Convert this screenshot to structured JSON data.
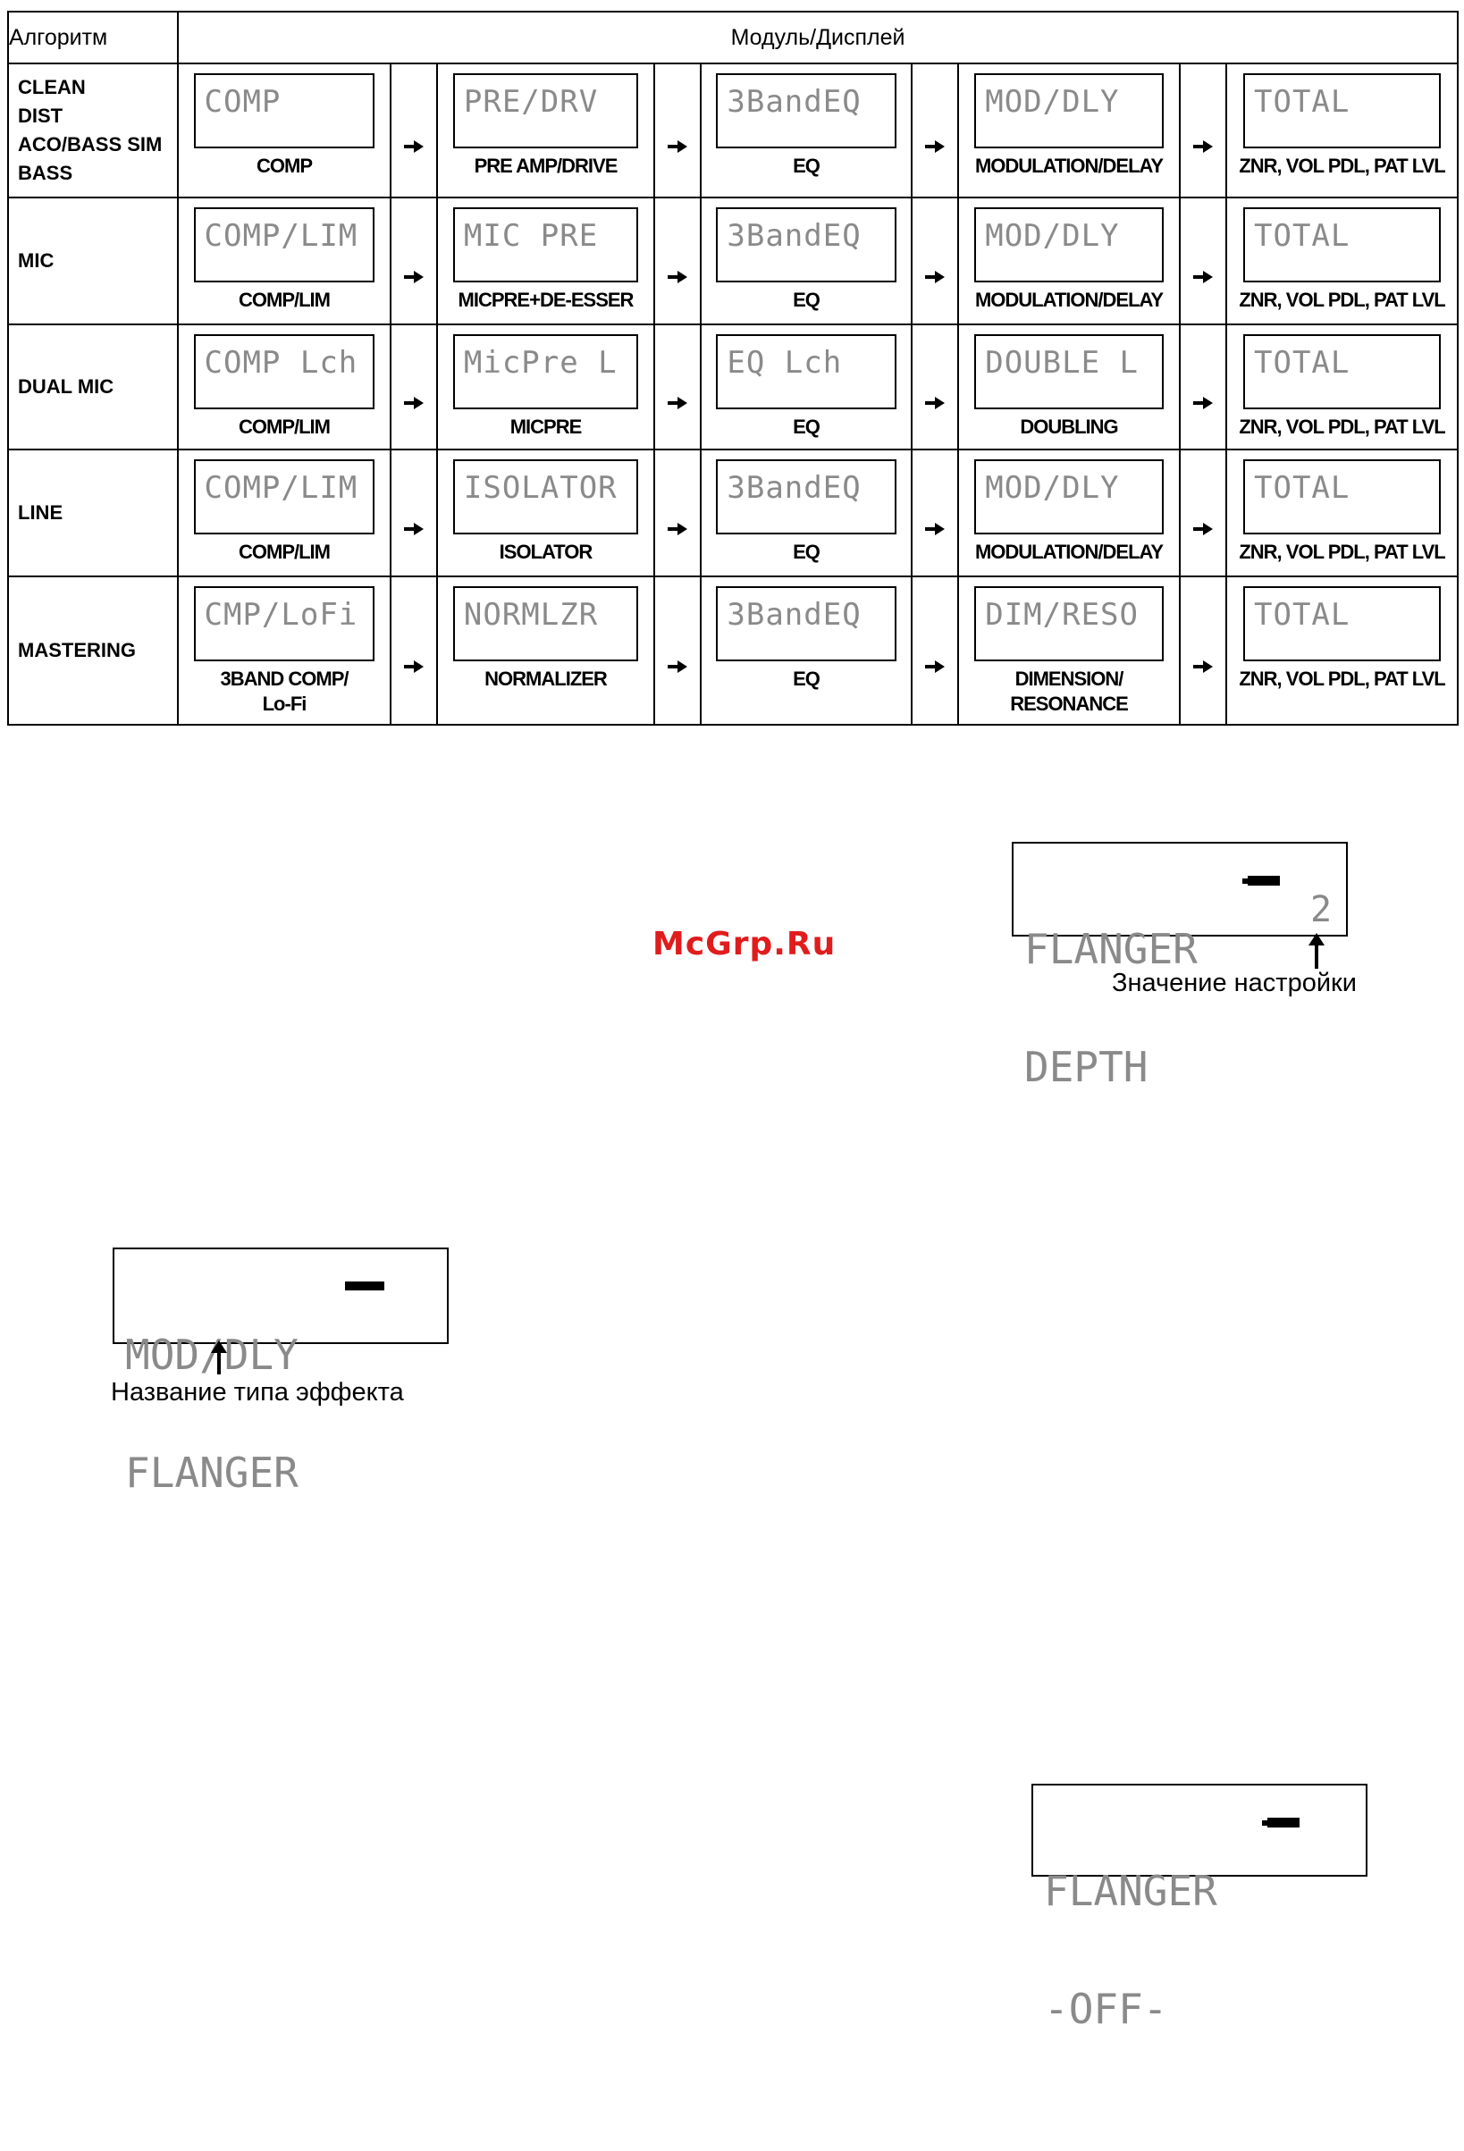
{
  "table": {
    "header_algorithm": "Алгоритм",
    "header_module": "Модуль/Дисплей",
    "rows": [
      {
        "algorithm_lines": [
          "CLEAN",
          "DIST",
          "ACO/BASS SIM",
          "BASS"
        ],
        "modules": [
          {
            "lcd": "COMP",
            "label": "COMP"
          },
          {
            "lcd": "PRE/DRV",
            "label": "PRE AMP/DRIVE"
          },
          {
            "lcd": "3BandEQ",
            "label": "EQ"
          },
          {
            "lcd": "MOD/DLY",
            "label": "MODULATION/DELAY"
          },
          {
            "lcd": "TOTAL",
            "label": "ZNR, VOL PDL, PAT LVL"
          }
        ]
      },
      {
        "algorithm_lines": [
          "MIC"
        ],
        "modules": [
          {
            "lcd": "COMP/LIM",
            "label": "COMP/LIM"
          },
          {
            "lcd": "MIC PRE",
            "label": "MICPRE+DE-ESSER"
          },
          {
            "lcd": "3BandEQ",
            "label": "EQ"
          },
          {
            "lcd": "MOD/DLY",
            "label": "MODULATION/DELAY"
          },
          {
            "lcd": "TOTAL",
            "label": "ZNR, VOL PDL, PAT LVL"
          }
        ]
      },
      {
        "algorithm_lines": [
          "DUAL MIC"
        ],
        "modules": [
          {
            "lcd": "COMP Lch",
            "label": "COMP/LIM"
          },
          {
            "lcd": "MicPre L",
            "label": "MICPRE"
          },
          {
            "lcd": "EQ Lch",
            "label": "EQ"
          },
          {
            "lcd": "DOUBLE L",
            "label": "DOUBLING"
          },
          {
            "lcd": "TOTAL",
            "label": "ZNR, VOL PDL, PAT LVL"
          }
        ]
      },
      {
        "algorithm_lines": [
          "LINE"
        ],
        "modules": [
          {
            "lcd": "COMP/LIM",
            "label": "COMP/LIM"
          },
          {
            "lcd": "ISOLATOR",
            "label": "ISOLATOR"
          },
          {
            "lcd": "3BandEQ",
            "label": "EQ"
          },
          {
            "lcd": "MOD/DLY",
            "label": "MODULATION/DELAY"
          },
          {
            "lcd": "TOTAL",
            "label": "ZNR, VOL PDL, PAT LVL"
          }
        ]
      },
      {
        "algorithm_lines": [
          "MASTERING"
        ],
        "modules": [
          {
            "lcd": "CMP/LoFi",
            "label": "3BAND COMP/\nLo-Fi"
          },
          {
            "lcd": "NORMLZR",
            "label": "NORMALIZER"
          },
          {
            "lcd": "3BandEQ",
            "label": "EQ"
          },
          {
            "lcd": "DIM/RESO",
            "label": "DIMENSION/\nRESONANCE"
          },
          {
            "lcd": "TOTAL",
            "label": "ZNR, VOL PDL, PAT LVL"
          }
        ]
      }
    ]
  },
  "watermark": "McGrp.Ru",
  "display_setting": {
    "line1": "FLANGER",
    "line2": "DEPTH",
    "value": "2",
    "caption": "Значение настройки"
  },
  "display_effect_type": {
    "line1": "MOD/DLY",
    "line2": "FLANGER",
    "caption": "Название типа эффекта"
  },
  "display_off": {
    "line1": "FLANGER",
    "line2": "-OFF-"
  }
}
